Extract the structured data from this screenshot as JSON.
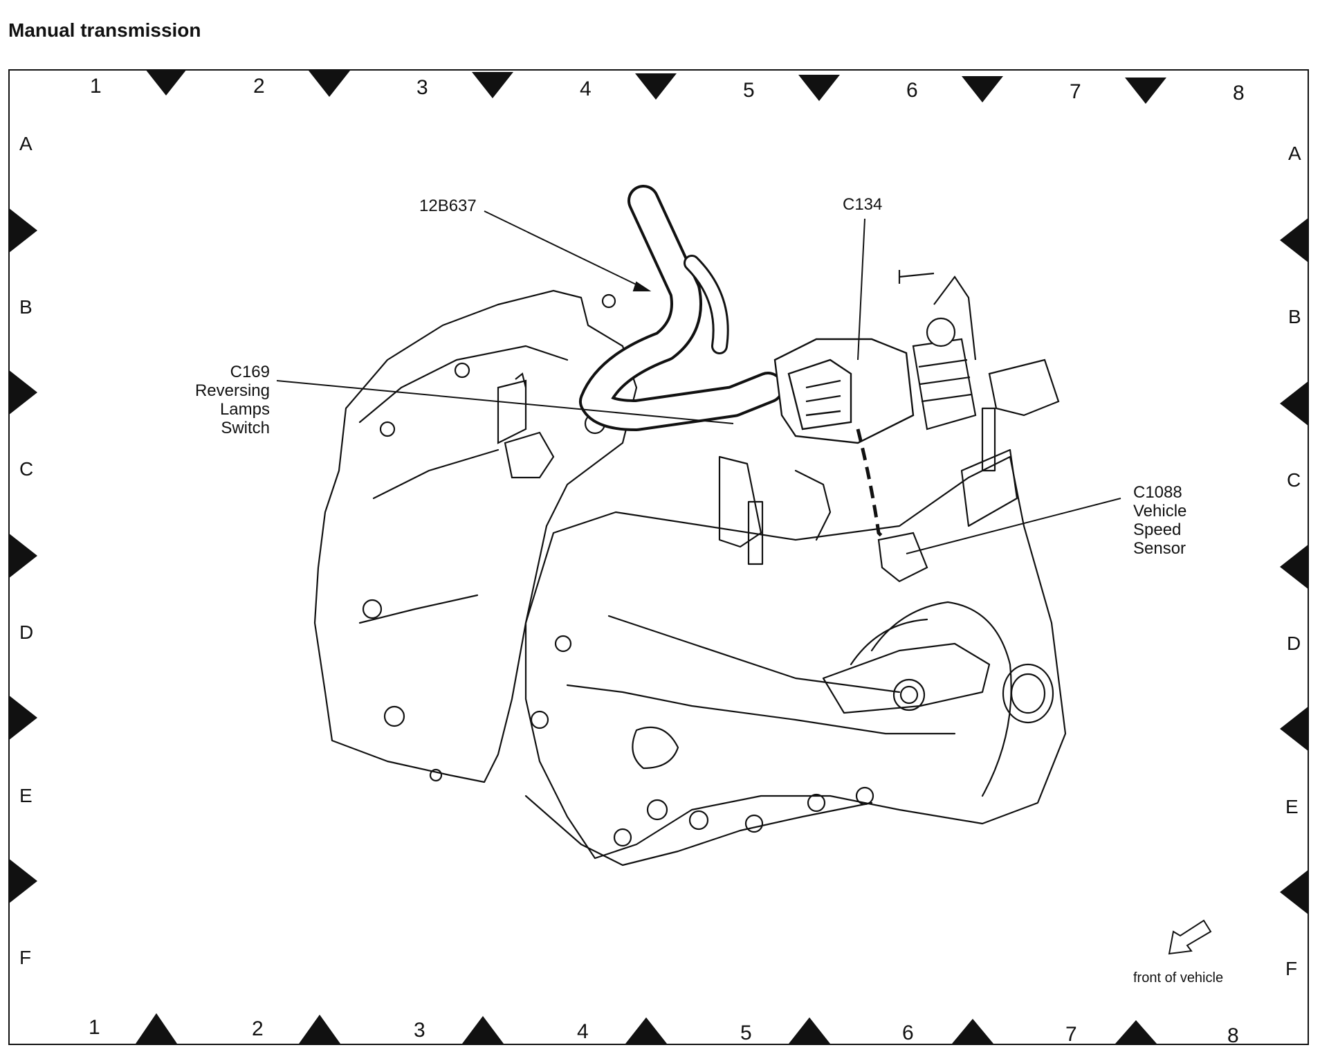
{
  "title": "Manual transmission",
  "grid": {
    "columns": [
      "1",
      "2",
      "3",
      "4",
      "5",
      "6",
      "7",
      "8"
    ],
    "rows": [
      "A",
      "B",
      "C",
      "D",
      "E",
      "F"
    ]
  },
  "callouts": {
    "harness": "12B637",
    "c134": "C134",
    "c169": {
      "code": "C169",
      "line1": "Reversing",
      "line2": "Lamps",
      "line3": "Switch"
    },
    "c1088": {
      "code": "C1088",
      "line1": "Vehicle",
      "line2": "Speed",
      "line3": "Sensor"
    }
  },
  "orientation": {
    "label": "front of vehicle",
    "icon": "arrow-icon"
  }
}
